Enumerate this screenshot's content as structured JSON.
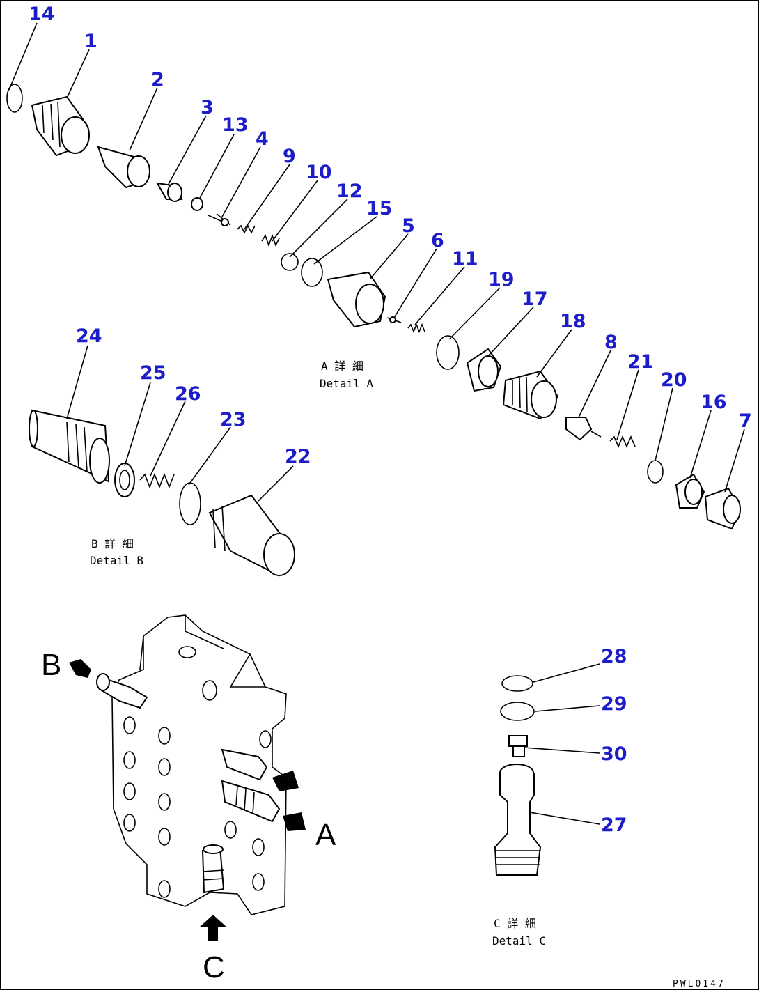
{
  "callouts": {
    "n1": "1",
    "n2": "2",
    "n3": "3",
    "n4": "4",
    "n5": "5",
    "n6": "6",
    "n7": "7",
    "n8": "8",
    "n9": "9",
    "n10": "10",
    "n11": "11",
    "n12": "12",
    "n13": "13",
    "n14": "14",
    "n15": "15",
    "n16": "16",
    "n17": "17",
    "n18": "18",
    "n19": "19",
    "n20": "20",
    "n21": "21",
    "n22": "22",
    "n23": "23",
    "n24": "24",
    "n25": "25",
    "n26": "26",
    "n27": "27",
    "n28": "28",
    "n29": "29",
    "n30": "30"
  },
  "details": {
    "a_jp": "A 詳 細",
    "a_en": "Detail A",
    "b_jp": "B 詳 細",
    "b_en": "Detail B",
    "c_jp": "C 詳 細",
    "c_en": "Detail C"
  },
  "view_labels": {
    "b": "B",
    "a": "A",
    "c": "C"
  },
  "drawing_code": "PWL0147",
  "colors": {
    "callout": "#1c1cc8",
    "line": "#000000"
  }
}
